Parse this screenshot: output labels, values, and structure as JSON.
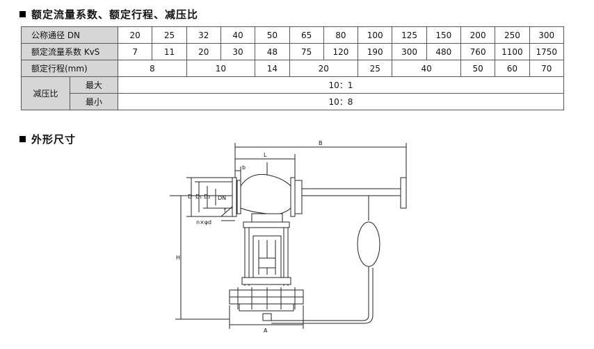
{
  "section1": {
    "title": "额定流量系数、额定行程、减压比"
  },
  "table": {
    "dn_label": "公称通径 DN",
    "dn": [
      "20",
      "25",
      "32",
      "40",
      "50",
      "65",
      "80",
      "100",
      "125",
      "150",
      "200",
      "250",
      "300"
    ],
    "kvs_label": "额定流量系数 KvS",
    "kvs": [
      "7",
      "11",
      "20",
      "30",
      "48",
      "75",
      "120",
      "190",
      "300",
      "480",
      "760",
      "1100",
      "1750"
    ],
    "stroke_label": "额定行程(mm)",
    "stroke": [
      "8",
      "10",
      "14",
      "20",
      "25",
      "40",
      "50",
      "60",
      "70"
    ],
    "ratio_label": "减压比",
    "ratio_max_label": "最大",
    "ratio_max": "10：1",
    "ratio_min_label": "最小",
    "ratio_min": "10：8"
  },
  "section2": {
    "title": "外形尺寸"
  },
  "drawing": {
    "dim_B": "B",
    "dim_L": "L",
    "dim_b": "b",
    "dim_D": "D",
    "dim_D1": "D₁",
    "dim_D2": "D₂",
    "dim_DN": "DN",
    "dim_f": "f",
    "dim_nxd": "n×φd",
    "dim_H": "H",
    "dim_A": "A"
  }
}
